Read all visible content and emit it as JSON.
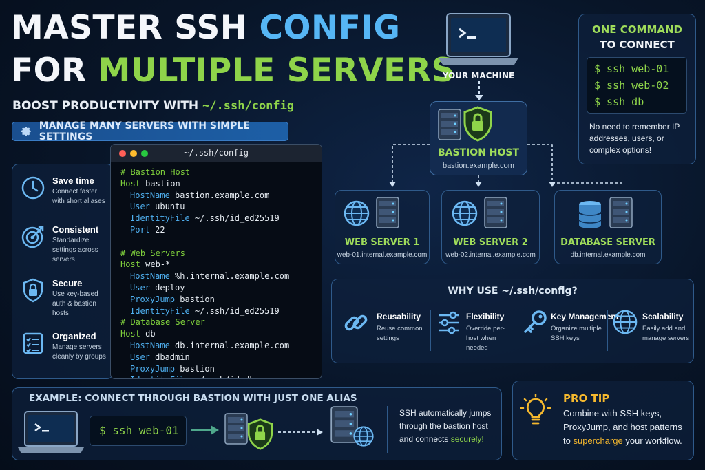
{
  "title": {
    "line1_a": "MASTER SSH ",
    "line1_b": "CONFIG",
    "line2_a": "FOR ",
    "line2_b": "MULTIPLE SERVERS",
    "subtitle_a": "BOOST PRODUCTIVITY WITH ",
    "subtitle_b": "~/.ssh/config",
    "banner": "MANAGE MANY SERVERS WITH SIMPLE SETTINGS"
  },
  "benefits": [
    {
      "icon": "clock-icon",
      "title": "Save time",
      "desc": "Connect faster with short aliases"
    },
    {
      "icon": "target-icon",
      "title": "Consistent",
      "desc": "Standardize settings across servers"
    },
    {
      "icon": "lock-icon",
      "title": "Secure",
      "desc": "Use key-based auth & bastion hosts"
    },
    {
      "icon": "checklist-icon",
      "title": "Organized",
      "desc": "Manage servers cleanly by groups"
    }
  ],
  "config_window": {
    "title": "~/.ssh/config",
    "lines": [
      {
        "type": "comment",
        "text": "# Bastion Host"
      },
      {
        "type": "host",
        "key": "Host",
        "value": " bastion"
      },
      {
        "type": "opt",
        "key": "HostName",
        "value": " bastion.example.com"
      },
      {
        "type": "opt",
        "key": "User",
        "value": " ubuntu"
      },
      {
        "type": "opt",
        "key": "IdentityFile",
        "value": " ~/.ssh/id_ed25519"
      },
      {
        "type": "opt",
        "key": "Port",
        "value": " 22"
      },
      {
        "type": "blank",
        "text": ""
      },
      {
        "type": "comment",
        "text": "# Web Servers"
      },
      {
        "type": "host",
        "key": "Host",
        "value": " web-*"
      },
      {
        "type": "opt",
        "key": "HostName",
        "value": " %h.internal.example.com"
      },
      {
        "type": "opt",
        "key": "User",
        "value": " deploy"
      },
      {
        "type": "opt",
        "key": "ProxyJump",
        "value": " bastion"
      },
      {
        "type": "opt",
        "key": "IdentityFile",
        "value": " ~/.ssh/id_ed25519"
      },
      {
        "type": "comment",
        "text": "# Database Server"
      },
      {
        "type": "host",
        "key": "Host",
        "value": " db"
      },
      {
        "type": "opt",
        "key": "HostName",
        "value": " db.internal.example.com"
      },
      {
        "type": "opt",
        "key": "User",
        "value": " dbadmin"
      },
      {
        "type": "opt",
        "key": "ProxyJump",
        "value": " bastion"
      },
      {
        "type": "opt",
        "key": "IdentityFile",
        "value": " ~/.ssh/id_db"
      }
    ]
  },
  "diagram": {
    "machine_label": "YOUR MACHINE",
    "bastion": {
      "label": "BASTION HOST",
      "host": "bastion.example.com"
    },
    "servers": [
      {
        "label": "WEB SERVER 1",
        "host": "web-01.internal.example.com"
      },
      {
        "label": "WEB SERVER 2",
        "host": "web-02.internal.example.com"
      },
      {
        "label": "DATABASE SERVER",
        "host": "db.internal.example.com"
      }
    ]
  },
  "one_command": {
    "title1": "ONE COMMAND",
    "title2": "TO CONNECT",
    "commands": [
      "$ ssh web-01",
      "$ ssh web-02",
      "$ ssh db"
    ],
    "note": "No need to remember IP addresses, users, or complex options!"
  },
  "why": {
    "title": "WHY USE ~/.ssh/config?",
    "items": [
      {
        "icon": "link-icon",
        "title": "Reusability",
        "desc": "Reuse common settings"
      },
      {
        "icon": "sliders-icon",
        "title": "Flexibility",
        "desc": "Override per-host when needed"
      },
      {
        "icon": "key-icon",
        "title": "Key Management",
        "desc": "Organize multiple SSH keys"
      },
      {
        "icon": "globe-icon",
        "title": "Scalability",
        "desc": "Easily add and manage servers"
      }
    ]
  },
  "example": {
    "title": "EXAMPLE: CONNECT THROUGH BASTION WITH JUST ONE ALIAS",
    "command": "$ ssh web-01",
    "desc_a": "SSH automatically jumps through the bastion host and connects ",
    "desc_b": "securely!"
  },
  "pro_tip": {
    "title": "PRO TIP",
    "text_a": "Combine with SSH keys, ProxyJump, and host patterns to ",
    "text_b": "supercharge",
    "text_c": " your workflow."
  },
  "colors": {
    "accent_blue": "#56b6f5",
    "accent_green": "#8fd44a",
    "panel_border": "#2f5a8a"
  }
}
